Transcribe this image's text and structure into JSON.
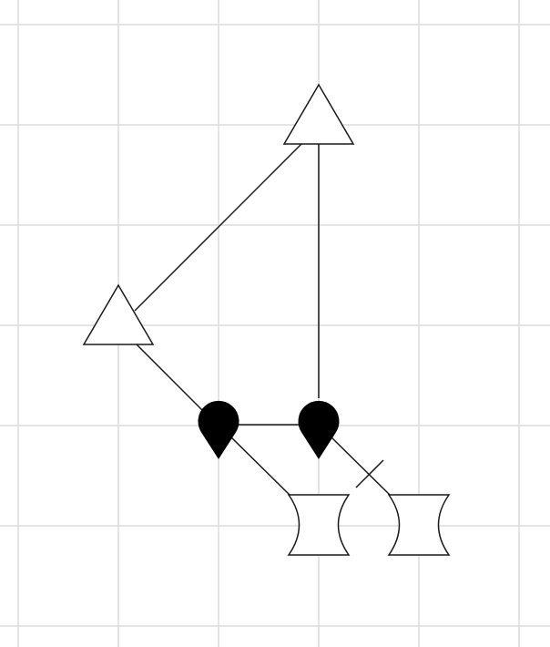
{
  "canvas": {
    "background": "#ffffff",
    "grid_color": "#dcdcdc",
    "grid_visible": true
  },
  "diagram": {
    "stroke_color": "#1a1a1a",
    "node_fill_open": "#ffffff",
    "node_fill_solid": "#000000",
    "nodes": [
      {
        "id": "triangle-top",
        "shape": "triangle-icon"
      },
      {
        "id": "triangle-left",
        "shape": "triangle-icon"
      },
      {
        "id": "droplet-left",
        "shape": "inverted-droplet-icon"
      },
      {
        "id": "droplet-right",
        "shape": "inverted-droplet-icon"
      },
      {
        "id": "hourglass-left",
        "shape": "hourglass-icon"
      },
      {
        "id": "hourglass-right",
        "shape": "hourglass-icon"
      }
    ],
    "edges": [
      {
        "from": "triangle-top",
        "to": "triangle-left"
      },
      {
        "from": "triangle-top",
        "to": "droplet-right"
      },
      {
        "from": "triangle-left",
        "to": "droplet-left"
      },
      {
        "from": "droplet-left",
        "to": "droplet-right"
      },
      {
        "from": "droplet-left",
        "to": "hourglass-left"
      },
      {
        "from": "droplet-right",
        "to": "hourglass-right",
        "marker": "tick-mark"
      }
    ]
  }
}
